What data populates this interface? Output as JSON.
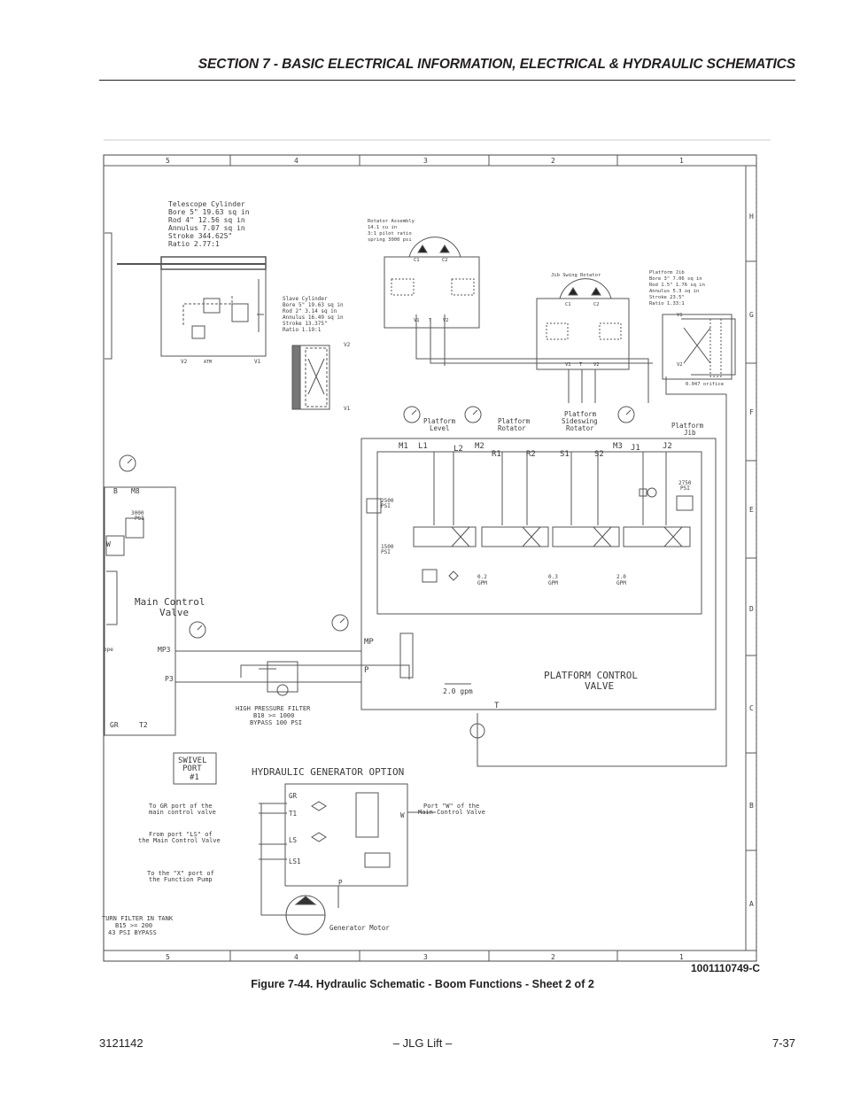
{
  "header": {
    "title": "SECTION 7 - BASIC ELECTRICAL INFORMATION, ELECTRICAL & HYDRAULIC SCHEMATICS"
  },
  "figure": {
    "document_number": "1001110749-C",
    "caption": "Figure 7-44.  Hydraulic Schematic - Boom Functions - Sheet 2 of 2"
  },
  "footer": {
    "left": "3121142",
    "center": "– JLG Lift –",
    "right": "7-37"
  },
  "schematic": {
    "col_numbers": [
      "5",
      "4",
      "3",
      "2",
      "1"
    ],
    "row_letters": [
      "H",
      "G",
      "F",
      "E",
      "D",
      "C",
      "B",
      "A"
    ],
    "telescope": {
      "title": "Telescope Cylinder",
      "lines": [
        "Bore     5\"    19.63 sq in",
        "Rod      4\"    12.56 sq in",
        "Annulus         7.07  sq in",
        "Stroke        344.625\"",
        "Ratio           2.77:1"
      ],
      "v2": "V2",
      "atm": "ATM",
      "v1": "V1"
    },
    "slave": {
      "title": "Slave Cylinder",
      "lines": [
        "Bore    5\"   19.63 sq in",
        "Rod     2\"    3.14 sq in",
        "Annulus      16.49 sq in",
        "Stroke       13.375\"",
        "Ratio         1.19:1"
      ],
      "v2": "V2",
      "v1": "V1"
    },
    "rotator": {
      "title": "Rotator Assembly",
      "lines": [
        "14.1 cu in",
        "3:1 pilot ratio",
        "spring 3000 psi"
      ],
      "c1": "C1",
      "c2": "C2",
      "v1": "V1",
      "t": "T",
      "v2": "V2"
    },
    "jib_swing": {
      "title": "Jib Swing Rotator",
      "c1": "C1",
      "c2": "C2",
      "v1": "V1",
      "t": "T",
      "v2": "V2"
    },
    "platform_jib": {
      "title": "Platform Jib",
      "lines": [
        "Bore     3\"   7.06 sq in",
        "Rod      1.5\" 1.76 sq in",
        "Annulus       5.3  sq in",
        "Stroke       23.5\"",
        "Ratio         1.33:1"
      ],
      "v1": "V1",
      "v2": "V2",
      "orifice": "0.047 orifice"
    },
    "gauge_labels": {
      "level": [
        "Platform",
        "Level"
      ],
      "rotator": [
        "Platform",
        "Rotator"
      ],
      "sideswing": [
        "Platform",
        "Sideswing",
        "Rotator"
      ],
      "jib": [
        "Platform",
        "Jib"
      ]
    },
    "ports": [
      "M1",
      "L1",
      "L2",
      "M2",
      "R1",
      "R2",
      "S1",
      "S2",
      "M3",
      "J1",
      "J2"
    ],
    "relief": {
      "psi2500": [
        "2500",
        "PSI"
      ],
      "psi1500": [
        "1500",
        "PSI"
      ],
      "psi2750": [
        "2750",
        "PSI"
      ],
      "psi3000": [
        "3000",
        "PSI"
      ]
    },
    "flows": [
      "0.2\nGPM",
      "0.3\nGPM",
      "2.0\nGPM"
    ],
    "flow_gpm": [
      "0.2",
      "0.3",
      "2.0"
    ],
    "gpm": "GPM",
    "main_control": {
      "line1": "Main Control",
      "line2": "Valve",
      "b": "B",
      "m8": "M8",
      "w": "W",
      "ope": "ope",
      "mp3": "MP3",
      "p3": "P3",
      "gr": "GR",
      "t2": "T2"
    },
    "platform_control": {
      "line1": "PLATFORM CONTROL",
      "line2": "VALVE",
      "mp": "MP",
      "p": "P",
      "t": "T",
      "flow": "2.0 gpm"
    },
    "filter": {
      "line1": "HIGH PRESSURE FILTER",
      "line2": "B10 >= 1000",
      "line3": "BYPASS 100 PSI"
    },
    "swivel": [
      "SWIVEL",
      "PORT",
      "#1"
    ],
    "generator": {
      "title": "HYDRAULIC GENERATOR OPTION",
      "gr": "GR",
      "t1": "T1",
      "ls": "LS",
      "ls1": "LS1",
      "p": "P",
      "w": "W",
      "to_gr": [
        "To GR port of the",
        "main control valve"
      ],
      "from_ls": [
        "From port \"LS\" of",
        "the Main Control Valve"
      ],
      "to_x": [
        "To the \"X\" port of",
        "the Function Pump"
      ],
      "port_w": [
        "Port \"W\" of the",
        "Main Control Valve"
      ],
      "motor": "Generator Motor"
    },
    "return_filter": [
      "TURN FILTER IN TANK",
      "B15 >= 200",
      "43 PSI BYPASS"
    ]
  }
}
